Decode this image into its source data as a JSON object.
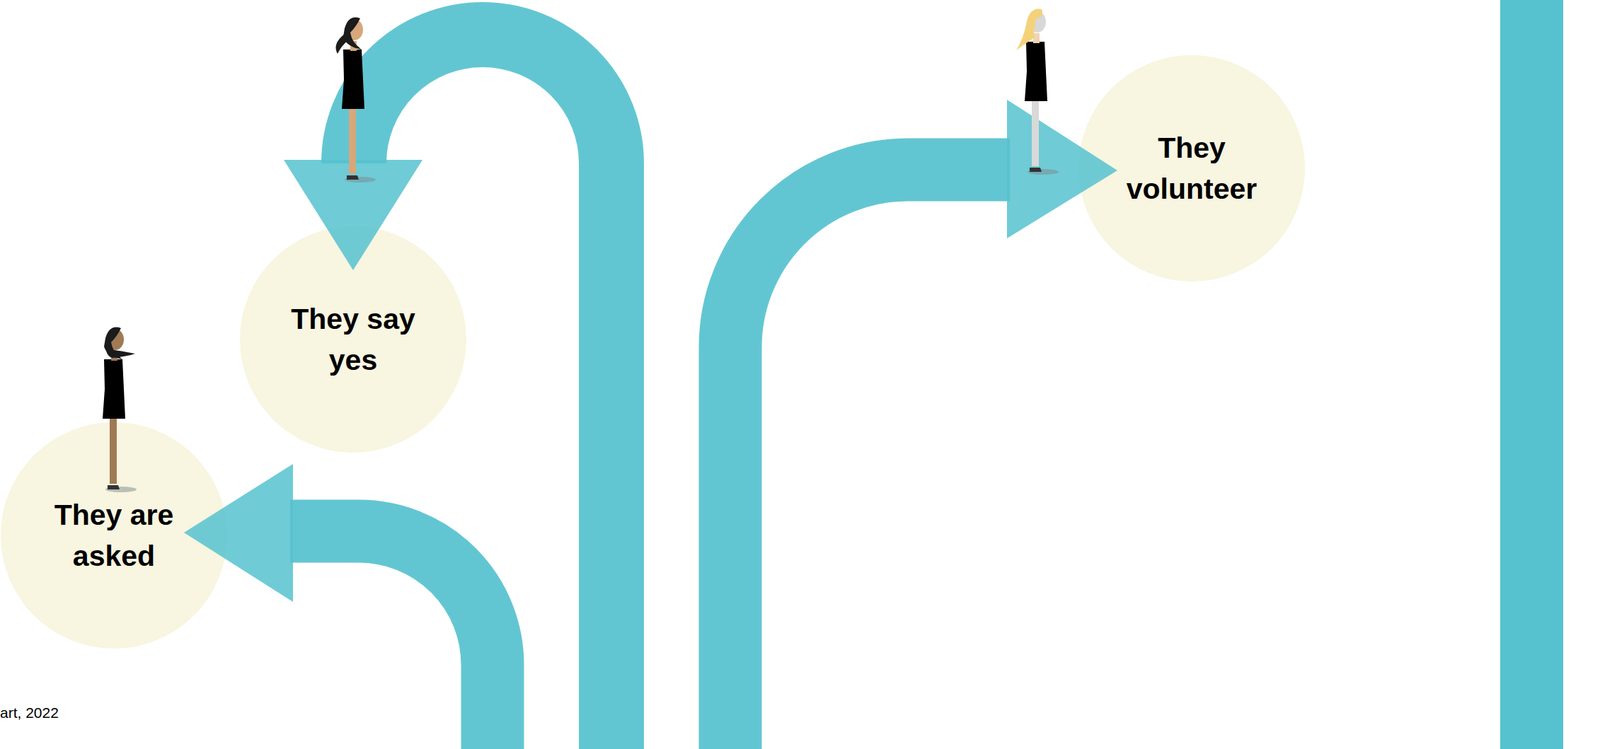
{
  "diagram": {
    "nodes": [
      {
        "text": [
          "They are asked"
        ]
      },
      {
        "text": [
          "They say yes"
        ]
      },
      {
        "text": [
          "They volunteer"
        ]
      }
    ],
    "labels": [
      "art, 2022"
    ]
  }
}
